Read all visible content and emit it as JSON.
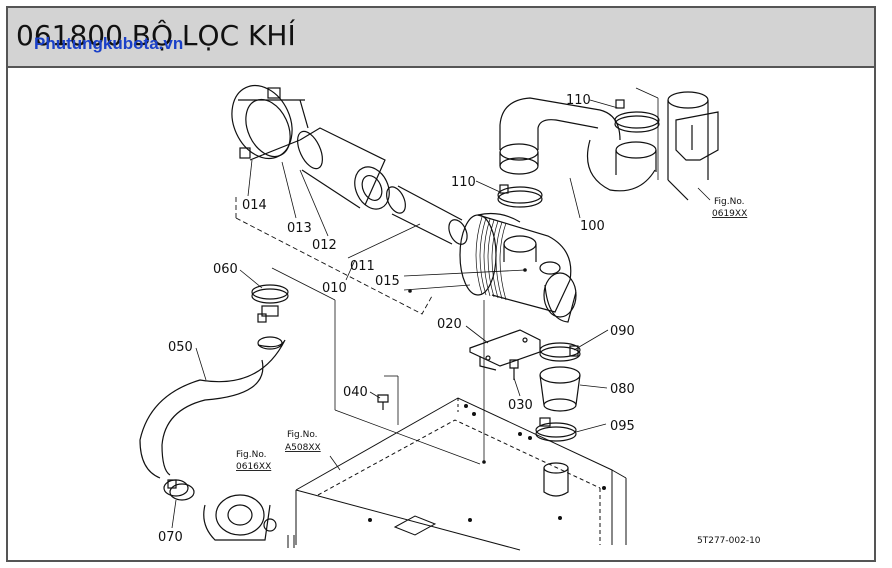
{
  "header": {
    "title": "061800 BỘ LỌC KHÍ",
    "watermark": "Phutungkubota.vn"
  },
  "parts": {
    "p014": "014",
    "p013": "013",
    "p012": "012",
    "p011": "011",
    "p010": "010",
    "p015": "015",
    "p020": "020",
    "p030": "030",
    "p040": "040",
    "p050": "050",
    "p060": "060",
    "p070": "070",
    "p080": "080",
    "p090": "090",
    "p095": "095",
    "p100": "100",
    "p110a": "110",
    "p110b": "110"
  },
  "figrefs": {
    "f0619_label": "Fig.No.",
    "f0619_no": "0619XX",
    "fA508_label": "Fig.No.",
    "fA508_no": "A508XX",
    "f0616_label": "Fig.No.",
    "f0616_no": "0616XX"
  },
  "drawing_code": "5T277-002-10"
}
